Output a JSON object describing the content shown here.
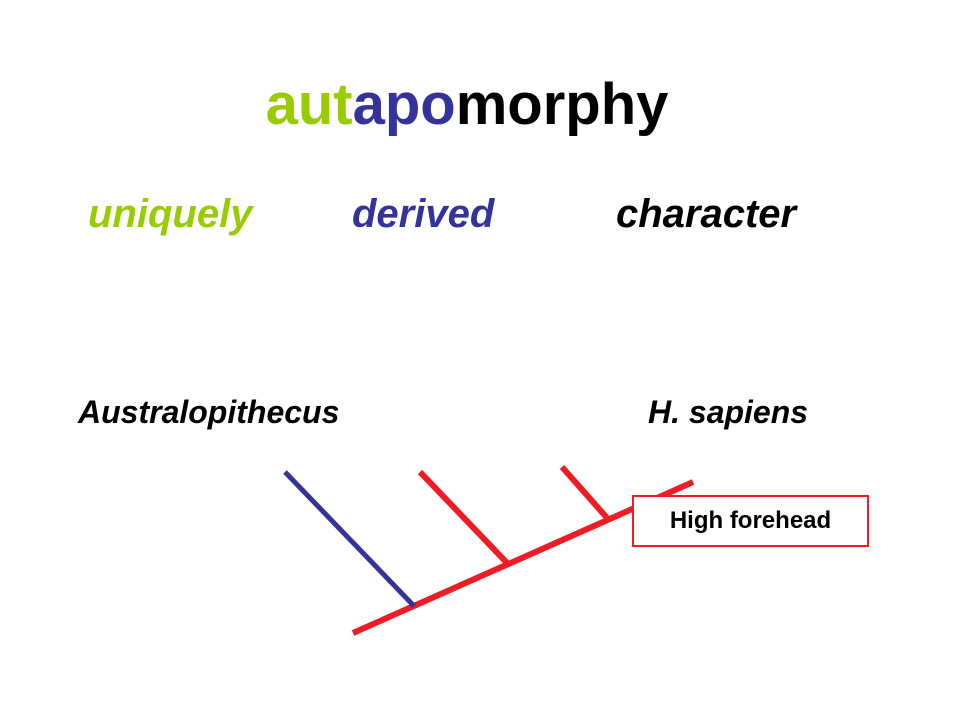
{
  "colors": {
    "green": "#99cc00",
    "blue": "#333399",
    "black": "#000000",
    "red": "#ee1c24"
  },
  "title": {
    "part_1": "aut",
    "part_2": "apo",
    "part_3": "morphy"
  },
  "subtitle": {
    "word_1": "uniquely",
    "word_2": "derived",
    "word_3": "character"
  },
  "taxa": {
    "left": "Australopithecus",
    "right": "H. sapiens"
  },
  "character_label": "High forehead"
}
